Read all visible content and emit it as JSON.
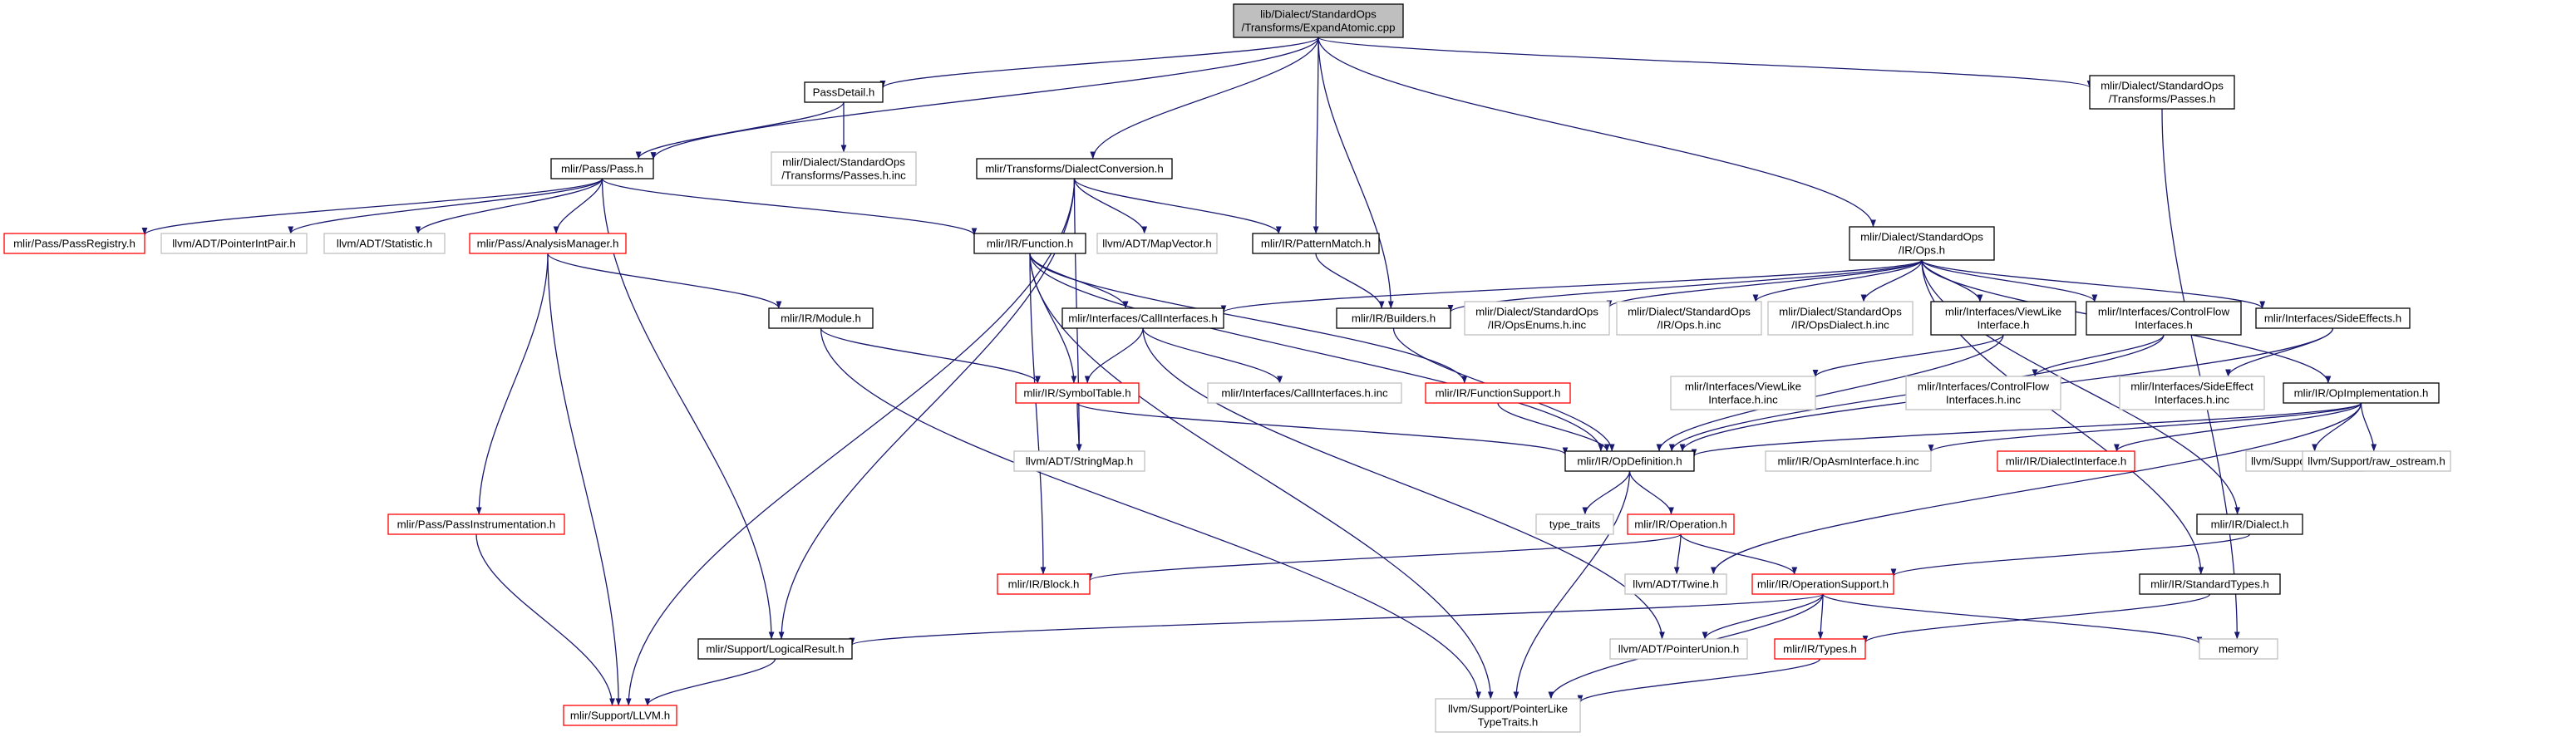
{
  "title": "lib/Dialect/StandardOps/Transforms/ExpandAtomic.cpp",
  "colors": {
    "edge": "#191970",
    "root_fill": "#bfbfbf",
    "border_default": "#000000",
    "border_truncated": "#ff0000",
    "border_external": "#bfbfbf"
  },
  "nodes": [
    {
      "id": "root",
      "kind": "root",
      "lines": [
        "lib/Dialect/StandardOps",
        "/Transforms/ExpandAtomic.cpp"
      ]
    },
    {
      "id": "passdetail",
      "kind": "normal",
      "lines": [
        "PassDetail.h"
      ]
    },
    {
      "id": "transforms_passes_inc",
      "kind": "external",
      "lines": [
        "mlir/Dialect/StandardOps",
        "/Transforms/Passes.h.inc"
      ]
    },
    {
      "id": "pass",
      "kind": "normal",
      "lines": [
        "mlir/Pass/Pass.h"
      ]
    },
    {
      "id": "dialectconversion",
      "kind": "normal",
      "lines": [
        "mlir/Transforms/DialectConversion.h"
      ]
    },
    {
      "id": "transforms_passes",
      "kind": "normal",
      "lines": [
        "mlir/Dialect/StandardOps",
        "/Transforms/Passes.h"
      ]
    },
    {
      "id": "passregistry",
      "kind": "truncated",
      "lines": [
        "mlir/Pass/PassRegistry.h"
      ]
    },
    {
      "id": "pointerintpair",
      "kind": "external",
      "lines": [
        "llvm/ADT/PointerIntPair.h"
      ]
    },
    {
      "id": "statistic",
      "kind": "external",
      "lines": [
        "llvm/ADT/Statistic.h"
      ]
    },
    {
      "id": "analysismanager",
      "kind": "truncated",
      "lines": [
        "mlir/Pass/AnalysisManager.h"
      ]
    },
    {
      "id": "function",
      "kind": "normal",
      "lines": [
        "mlir/IR/Function.h"
      ]
    },
    {
      "id": "mapvector",
      "kind": "external",
      "lines": [
        "llvm/ADT/MapVector.h"
      ]
    },
    {
      "id": "patternmatch",
      "kind": "normal",
      "lines": [
        "mlir/IR/PatternMatch.h"
      ]
    },
    {
      "id": "ops",
      "kind": "normal",
      "lines": [
        "mlir/Dialect/StandardOps",
        "/IR/Ops.h"
      ]
    },
    {
      "id": "module",
      "kind": "normal",
      "lines": [
        "mlir/IR/Module.h"
      ]
    },
    {
      "id": "callinterfaces",
      "kind": "normal",
      "lines": [
        "mlir/Interfaces/CallInterfaces.h"
      ]
    },
    {
      "id": "builders",
      "kind": "normal",
      "lines": [
        "mlir/IR/Builders.h"
      ]
    },
    {
      "id": "opsenums_inc",
      "kind": "external",
      "lines": [
        "mlir/Dialect/StandardOps",
        "/IR/OpsEnums.h.inc"
      ]
    },
    {
      "id": "ops_inc",
      "kind": "external",
      "lines": [
        "mlir/Dialect/StandardOps",
        "/IR/Ops.h.inc"
      ]
    },
    {
      "id": "opsdialect_inc",
      "kind": "external",
      "lines": [
        "mlir/Dialect/StandardOps",
        "/IR/OpsDialect.h.inc"
      ]
    },
    {
      "id": "viewlikeinterface",
      "kind": "normal",
      "lines": [
        "mlir/Interfaces/ViewLike",
        "Interface.h"
      ]
    },
    {
      "id": "controlflowinterfaces",
      "kind": "normal",
      "lines": [
        "mlir/Interfaces/ControlFlow",
        "Interfaces.h"
      ]
    },
    {
      "id": "sideeffects",
      "kind": "normal",
      "lines": [
        "mlir/Interfaces/SideEffects.h"
      ]
    },
    {
      "id": "symboltable",
      "kind": "truncated",
      "lines": [
        "mlir/IR/SymbolTable.h"
      ]
    },
    {
      "id": "callinterfaces_inc",
      "kind": "external",
      "lines": [
        "mlir/Interfaces/CallInterfaces.h.inc"
      ]
    },
    {
      "id": "functionsupport",
      "kind": "truncated",
      "lines": [
        "mlir/IR/FunctionSupport.h"
      ]
    },
    {
      "id": "viewlikeinterface_inc",
      "kind": "external",
      "lines": [
        "mlir/Interfaces/ViewLike",
        "Interface.h.inc"
      ]
    },
    {
      "id": "controlflowinterfaces_inc",
      "kind": "external",
      "lines": [
        "mlir/Interfaces/ControlFlow",
        "Interfaces.h.inc"
      ]
    },
    {
      "id": "sideeffectinterfaces_inc",
      "kind": "external",
      "lines": [
        "mlir/Interfaces/SideEffect",
        "Interfaces.h.inc"
      ]
    },
    {
      "id": "opimplementation",
      "kind": "normal",
      "lines": [
        "mlir/IR/OpImplementation.h"
      ]
    },
    {
      "id": "stringmap",
      "kind": "external",
      "lines": [
        "llvm/ADT/StringMap.h"
      ]
    },
    {
      "id": "opdefinition",
      "kind": "normal",
      "lines": [
        "mlir/IR/OpDefinition.h"
      ]
    },
    {
      "id": "opasminterface_inc",
      "kind": "external",
      "lines": [
        "mlir/IR/OpAsmInterface.h.inc"
      ]
    },
    {
      "id": "dialectinterface",
      "kind": "truncated",
      "lines": [
        "mlir/IR/DialectInterface.h"
      ]
    },
    {
      "id": "smloc",
      "kind": "external",
      "lines": [
        "llvm/Support/SMLoc.h"
      ]
    },
    {
      "id": "raw_ostream",
      "kind": "external",
      "lines": [
        "llvm/Support/raw_ostream.h"
      ]
    },
    {
      "id": "passinstrumentation",
      "kind": "truncated",
      "lines": [
        "mlir/Pass/PassInstrumentation.h"
      ]
    },
    {
      "id": "type_traits",
      "kind": "external",
      "lines": [
        "type_traits"
      ]
    },
    {
      "id": "operation",
      "kind": "truncated",
      "lines": [
        "mlir/IR/Operation.h"
      ]
    },
    {
      "id": "dialect",
      "kind": "normal",
      "lines": [
        "mlir/IR/Dialect.h"
      ]
    },
    {
      "id": "block",
      "kind": "truncated",
      "lines": [
        "mlir/IR/Block.h"
      ]
    },
    {
      "id": "twine",
      "kind": "external",
      "lines": [
        "llvm/ADT/Twine.h"
      ]
    },
    {
      "id": "operationsupport",
      "kind": "truncated",
      "lines": [
        "mlir/IR/OperationSupport.h"
      ]
    },
    {
      "id": "standardtypes",
      "kind": "normal",
      "lines": [
        "mlir/IR/StandardTypes.h"
      ]
    },
    {
      "id": "logicalresult",
      "kind": "normal",
      "lines": [
        "mlir/Support/LogicalResult.h"
      ]
    },
    {
      "id": "pointerunion",
      "kind": "external",
      "lines": [
        "llvm/ADT/PointerUnion.h"
      ]
    },
    {
      "id": "types",
      "kind": "truncated",
      "lines": [
        "mlir/IR/Types.h"
      ]
    },
    {
      "id": "memory",
      "kind": "external",
      "lines": [
        "memory"
      ]
    },
    {
      "id": "llvm",
      "kind": "truncated",
      "lines": [
        "mlir/Support/LLVM.h"
      ]
    },
    {
      "id": "pointerliketypetraits",
      "kind": "external",
      "lines": [
        "llvm/Support/PointerLike",
        "TypeTraits.h"
      ]
    }
  ],
  "edges": [
    [
      "root",
      "passdetail"
    ],
    [
      "root",
      "pass"
    ],
    [
      "root",
      "dialectconversion"
    ],
    [
      "root",
      "patternmatch"
    ],
    [
      "root",
      "builders"
    ],
    [
      "root",
      "ops"
    ],
    [
      "root",
      "transforms_passes"
    ],
    [
      "passdetail",
      "transforms_passes_inc"
    ],
    [
      "passdetail",
      "pass"
    ],
    [
      "pass",
      "passregistry"
    ],
    [
      "pass",
      "pointerintpair"
    ],
    [
      "pass",
      "statistic"
    ],
    [
      "pass",
      "analysismanager"
    ],
    [
      "pass",
      "function"
    ],
    [
      "pass",
      "logicalresult"
    ],
    [
      "dialectconversion",
      "patternmatch"
    ],
    [
      "dialectconversion",
      "mapvector"
    ],
    [
      "dialectconversion",
      "stringmap"
    ],
    [
      "dialectconversion",
      "logicalresult"
    ],
    [
      "dialectconversion",
      "llvm"
    ],
    [
      "transforms_passes",
      "memory"
    ],
    [
      "analysismanager",
      "module"
    ],
    [
      "analysismanager",
      "passinstrumentation"
    ],
    [
      "analysismanager",
      "llvm"
    ],
    [
      "function",
      "callinterfaces"
    ],
    [
      "function",
      "symboltable"
    ],
    [
      "function",
      "functionsupport"
    ],
    [
      "function",
      "block"
    ],
    [
      "function",
      "opdefinition"
    ],
    [
      "function",
      "pointerliketypetraits"
    ],
    [
      "patternmatch",
      "builders"
    ],
    [
      "module",
      "symboltable"
    ],
    [
      "module",
      "pointerliketypetraits"
    ],
    [
      "callinterfaces",
      "symboltable"
    ],
    [
      "callinterfaces",
      "callinterfaces_inc"
    ],
    [
      "callinterfaces",
      "pointerunion"
    ],
    [
      "builders",
      "opdefinition"
    ],
    [
      "ops",
      "callinterfaces"
    ],
    [
      "ops",
      "builders"
    ],
    [
      "ops",
      "opsenums_inc"
    ],
    [
      "ops",
      "ops_inc"
    ],
    [
      "ops",
      "opsdialect_inc"
    ],
    [
      "ops",
      "viewlikeinterface"
    ],
    [
      "ops",
      "controlflowinterfaces"
    ],
    [
      "ops",
      "sideeffects"
    ],
    [
      "ops",
      "opimplementation"
    ],
    [
      "ops",
      "dialect"
    ],
    [
      "ops",
      "standardtypes"
    ],
    [
      "viewlikeinterface",
      "viewlikeinterface_inc"
    ],
    [
      "viewlikeinterface",
      "opdefinition"
    ],
    [
      "controlflowinterfaces",
      "controlflowinterfaces_inc"
    ],
    [
      "controlflowinterfaces",
      "opdefinition"
    ],
    [
      "sideeffects",
      "sideeffectinterfaces_inc"
    ],
    [
      "sideeffects",
      "opdefinition"
    ],
    [
      "symboltable",
      "stringmap"
    ],
    [
      "symboltable",
      "opdefinition"
    ],
    [
      "functionsupport",
      "opdefinition"
    ],
    [
      "opimplementation",
      "opdefinition"
    ],
    [
      "opimplementation",
      "opasminterface_inc"
    ],
    [
      "opimplementation",
      "dialectinterface"
    ],
    [
      "opimplementation",
      "smloc"
    ],
    [
      "opimplementation",
      "raw_ostream"
    ],
    [
      "opimplementation",
      "twine"
    ],
    [
      "opdefinition",
      "type_traits"
    ],
    [
      "opdefinition",
      "operation"
    ],
    [
      "opdefinition",
      "pointerliketypetraits"
    ],
    [
      "operation",
      "block"
    ],
    [
      "operation",
      "twine"
    ],
    [
      "operation",
      "operationsupport"
    ],
    [
      "dialect",
      "operationsupport"
    ],
    [
      "operationsupport",
      "logicalresult"
    ],
    [
      "operationsupport",
      "pointerunion"
    ],
    [
      "operationsupport",
      "types"
    ],
    [
      "operationsupport",
      "memory"
    ],
    [
      "operationsupport",
      "pointerliketypetraits"
    ],
    [
      "standardtypes",
      "types"
    ],
    [
      "logicalresult",
      "llvm"
    ],
    [
      "passinstrumentation",
      "llvm"
    ],
    [
      "types",
      "pointerliketypetraits"
    ]
  ]
}
